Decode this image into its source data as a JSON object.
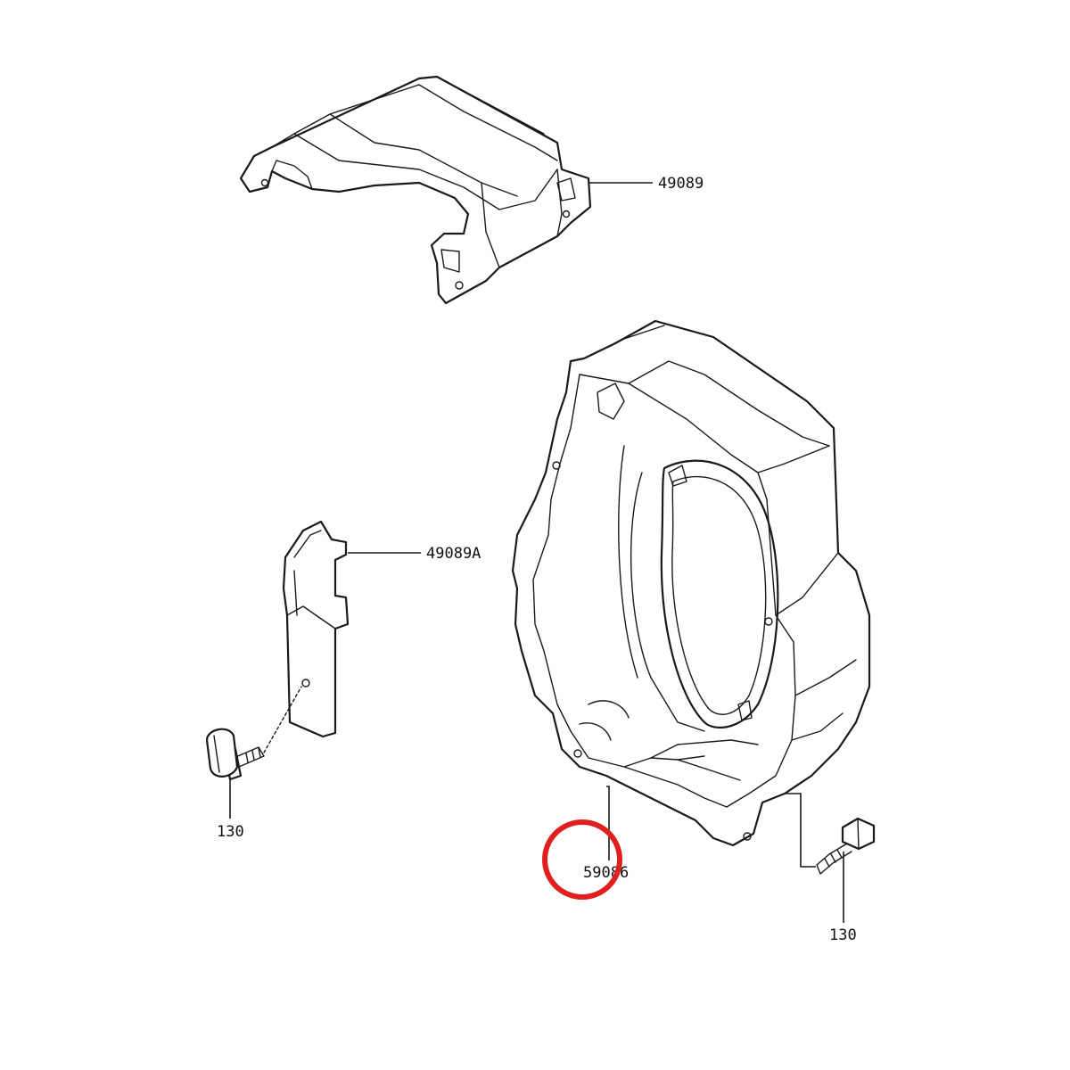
{
  "labels": {
    "top_cover": "49089",
    "side_plate": "49089A",
    "left_bolt": "130",
    "shroud": "59086",
    "right_bolt": "130"
  },
  "highlight": {
    "target": "shroud",
    "color": "#e02020"
  },
  "colors": {
    "line": "#1a1a1a",
    "background": "#ffffff"
  }
}
